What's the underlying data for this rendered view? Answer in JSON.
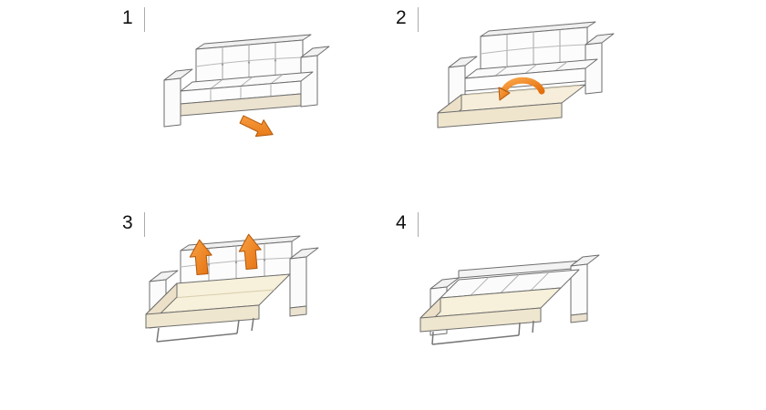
{
  "document": {
    "kind": "sofa-bed-conversion-instructions",
    "background_color": "#ffffff"
  },
  "colors": {
    "arrow_orange_light": "#f9a448",
    "arrow_orange_dark": "#e46f0c",
    "arrow_outline": "#b35708",
    "mattress_cream": "#f7f0da",
    "mattress_cream_shade": "#efe6cf",
    "plinth_beige": "#ebe2cf",
    "line_gray": "#6e6e6e"
  },
  "steps": [
    {
      "number": "1",
      "illustration": "sofa-closed-pull-out-base-arrow"
    },
    {
      "number": "2",
      "illustration": "base-pulled-out-flip-over-arrow"
    },
    {
      "number": "3",
      "illustration": "bed-extended-lift-backrest-arrows"
    },
    {
      "number": "4",
      "illustration": "bed-fully-flat"
    }
  ]
}
